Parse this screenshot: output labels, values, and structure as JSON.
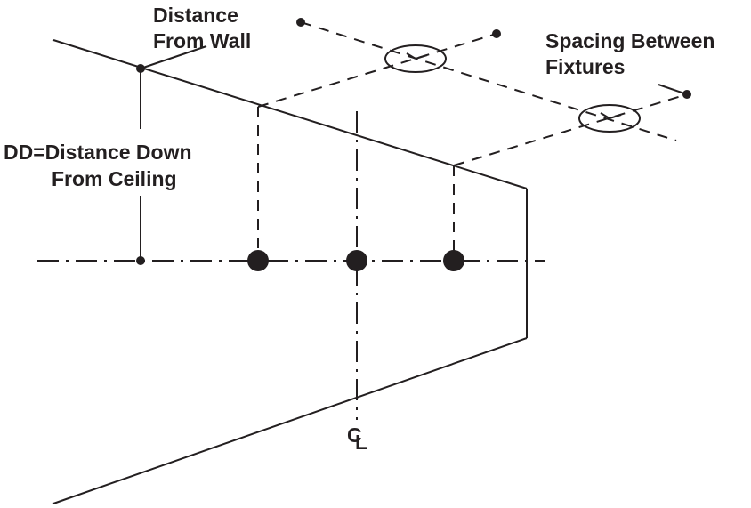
{
  "labels": {
    "distance_from_wall_line1": "Distance",
    "distance_from_wall_line2": "From Wall",
    "spacing_line1": "Spacing Between",
    "spacing_line2": "Fixtures",
    "dd_line1": "DD=Distance Down",
    "dd_line2": "From Ceiling",
    "centerline_c": "C",
    "centerline_l": "L"
  },
  "colors": {
    "ink": "#231f20",
    "background": "#ffffff"
  }
}
